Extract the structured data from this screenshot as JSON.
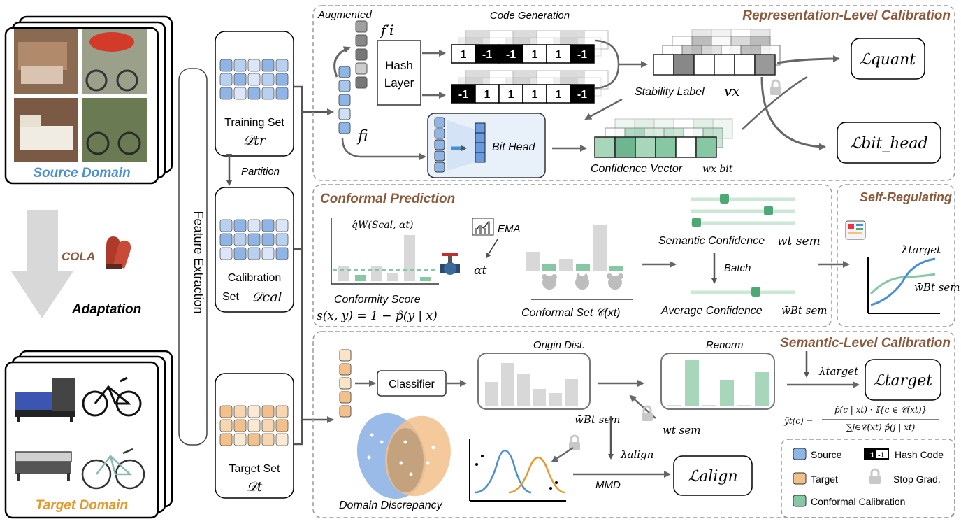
{
  "source_domain": "Source Domain",
  "target_domain": "Target Domain",
  "method_name": "COLA",
  "adaptation": "Adaptation",
  "feature_extraction": "Feature Extraction",
  "training_set_label": "Training Set",
  "training_set_symbol": "𝒟tr",
  "partition": "Partition",
  "calibration_set_label_1": "Calibration",
  "calibration_set_label_2": "Set",
  "calibration_set_symbol": "𝒟cal",
  "target_set_label": "Target Set",
  "target_set_symbol": "𝒟t",
  "augmented": "Augmented",
  "f_prime": "f′i",
  "f_i": "fi",
  "hash_layer_1": "Hash",
  "hash_layer_2": "Layer",
  "code_generation": "Code Generation",
  "code_top": [
    "1",
    "-1",
    "-1",
    "1",
    "1",
    "-1"
  ],
  "code_bottom": [
    "-1",
    "1",
    "1",
    "1",
    "1",
    "-1"
  ],
  "representation_title": "Representation-Level Calibration",
  "stability_label": "Stability Label",
  "stability_symbol": "vx",
  "bit_head": "Bit Head",
  "confidence_vector": "Confidence Vector",
  "confidence_symbol": "wx bit",
  "l_quant": "ℒquant",
  "l_bit_head": "ℒbit_head",
  "conformal_title": "Conformal Prediction",
  "q_formula": "q̂W(Scal, αt)",
  "ema": "EMA",
  "alpha_t": "αt",
  "conformity_score": "Conformity Score",
  "score_formula": "s(x, y) = 1 − p̂(y | x)",
  "conformal_set": "Conformal Set 𝒞(xt)",
  "semantic_confidence": "Semantic Confidence",
  "w_sem": "wt sem",
  "batch": "Batch",
  "average_confidence": "Average Confidence",
  "w_bar_sem": "w̄Bt sem",
  "self_regulating_title": "Self-Regulating",
  "lambda_target": "λtarget",
  "w_bar_sem_chart": "w̄Bt sem",
  "semantic_title": "Semantic-Level Calibration",
  "classifier": "Classifier",
  "origin_dist": "Origin Dist.",
  "renorm": "Renorm",
  "l_target": "ℒtarget",
  "renorm_formula_lhs": "ỹt(c) =",
  "renorm_formula_num": "p̂(c | xt) · 𝕀{c ∈ 𝒞(xt)}",
  "renorm_formula_den": "∑j∈𝒞(xt) p̂(j | xt)",
  "w_bar_sem_2": "w̄Bt sem",
  "w_sem_2": "wt sem",
  "lambda_align": "λalign",
  "mmd": "MMD",
  "l_align": "ℒalign",
  "domain_discrepancy": "Domain Discrepancy",
  "legend": {
    "source": "Source",
    "hash_code": "Hash Code",
    "target": "Target",
    "stop_grad": "Stop Grad.",
    "conformal_calibration": "Conformal Calibration"
  },
  "colors": {
    "source": "#8fb4e6",
    "target": "#f2c08a",
    "green": "#86c7a4",
    "brown": "#8b5a3c",
    "blue_text": "#4a8fd4",
    "orange_text": "#e3992b"
  }
}
